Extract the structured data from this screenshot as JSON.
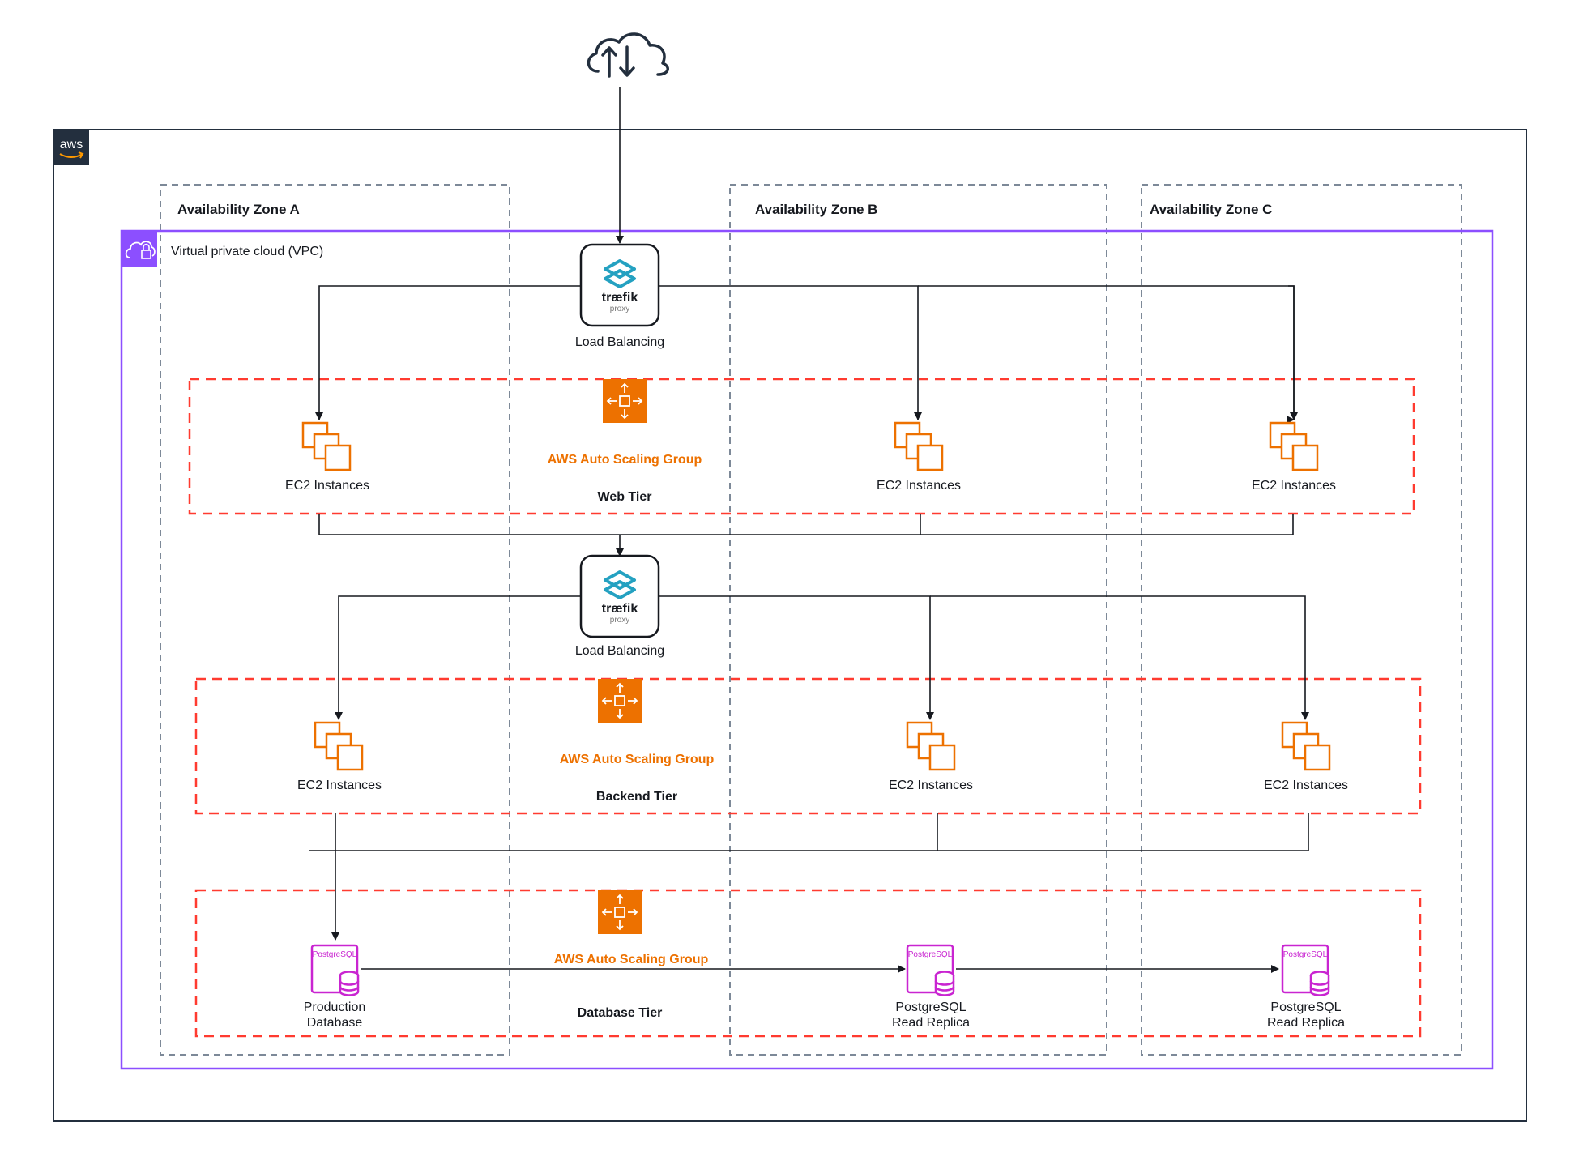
{
  "aws_logo": "aws",
  "zones": [
    {
      "title": "Availability Zone A"
    },
    {
      "title": "Availability Zone B"
    },
    {
      "title": "Availability Zone C"
    }
  ],
  "vpc": {
    "title": "Virtual private cloud (VPC)"
  },
  "load_balancers": [
    {
      "name": "træfik",
      "subtitle": "proxy",
      "label": "Load Balancing"
    },
    {
      "name": "træfik",
      "subtitle": "proxy",
      "label": "Load Balancing"
    }
  ],
  "tiers": [
    {
      "asg_label": "AWS Auto Scaling Group",
      "tier_label": "Web Tier",
      "nodes": [
        {
          "label": "EC2 Instances"
        },
        {
          "label": "EC2 Instances"
        },
        {
          "label": "EC2 Instances"
        }
      ]
    },
    {
      "asg_label": "AWS Auto Scaling Group",
      "tier_label": "Backend Tier",
      "nodes": [
        {
          "label": "EC2 Instances"
        },
        {
          "label": "EC2 Instances"
        },
        {
          "label": "EC2 Instances"
        }
      ]
    },
    {
      "asg_label": "AWS Auto Scaling Group",
      "tier_label": "Database Tier",
      "nodes": [
        {
          "badge": "PostgreSQL",
          "line1": "Production",
          "line2": "Database"
        },
        {
          "badge": "PostgreSQL",
          "line1": "PostgreSQL",
          "line2": "Read Replica"
        },
        {
          "badge": "PostgreSQL",
          "line1": "PostgreSQL",
          "line2": "Read Replica"
        }
      ]
    }
  ],
  "colors": {
    "aws_dark": "#232f3e",
    "vpc_purple": "#8c4fff",
    "asg_red": "#ff3b30",
    "orange": "#ed7100",
    "postgres_magenta": "#c925d1",
    "traefik_teal": "#24a1c1",
    "zone_border": "#7d8998"
  },
  "icons": [
    "cloud-upload-download-icon",
    "aws-logo",
    "vpc-cloud-lock-icon",
    "traefik-logo",
    "auto-scaling-icon",
    "ec2-instances-icon",
    "postgresql-database-icon"
  ]
}
